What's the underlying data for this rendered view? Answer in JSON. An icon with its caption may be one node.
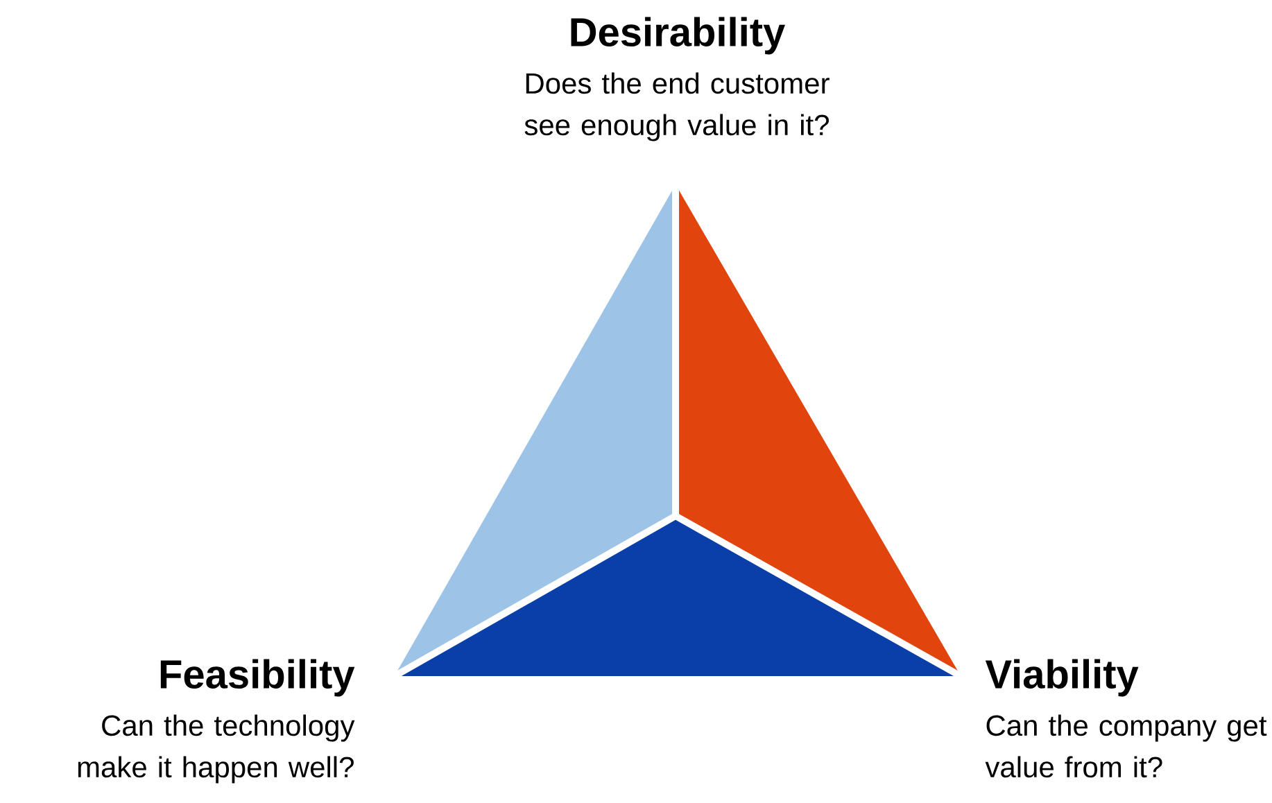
{
  "diagram": {
    "labels": [
      "Desirability",
      "Does the end customer see enough value in it?",
      "Feasibility",
      "Can the technology make it happen well?",
      "Viability",
      "Can the company get value from it?"
    ]
  }
}
